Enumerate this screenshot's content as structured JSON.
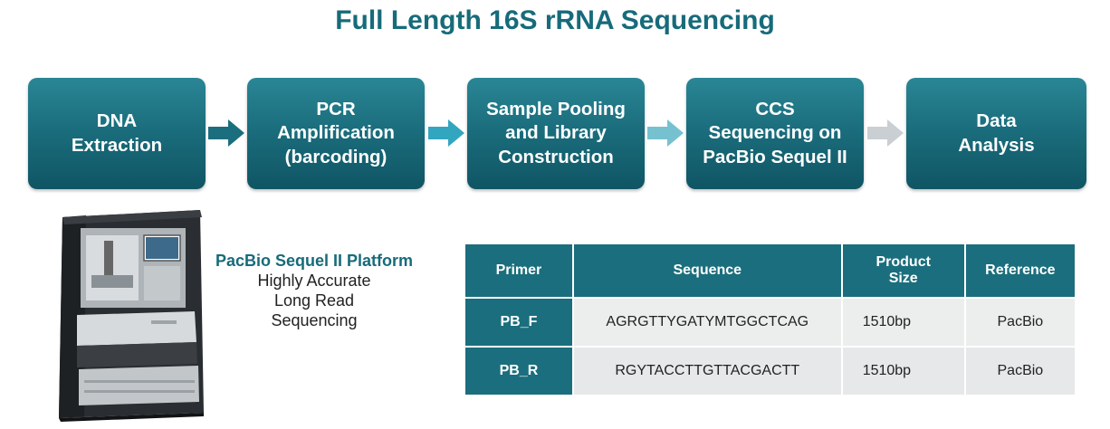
{
  "title": "Full Length 16S rRNA Sequencing",
  "steps": [
    {
      "label": "DNA\nExtraction"
    },
    {
      "label": "PCR\nAmplification\n(barcoding)"
    },
    {
      "label": "Sample Pooling\nand Library\nConstruction"
    },
    {
      "label": "CCS\nSequencing on\nPacBio Sequel II"
    },
    {
      "label": "Data\nAnalysis"
    }
  ],
  "arrow_colors": [
    "#1b6e7d",
    "#33a6bf",
    "#76c1cf",
    "#c9cfd2"
  ],
  "platform": {
    "name": "PacBio Sequel II Platform",
    "description": "Highly Accurate\nLong Read\nSequencing"
  },
  "table": {
    "headers": [
      "Primer",
      "Sequence",
      "Product\nSize",
      "Reference"
    ],
    "rows": [
      {
        "primer": "PB_F",
        "sequence": "AGRGTTYGATYMTGGCTCAG",
        "size": "1510bp",
        "reference": "PacBio"
      },
      {
        "primer": "PB_R",
        "sequence": "RGYTACCTTGTTACGACTT",
        "size": "1510bp",
        "reference": "PacBio"
      }
    ]
  }
}
